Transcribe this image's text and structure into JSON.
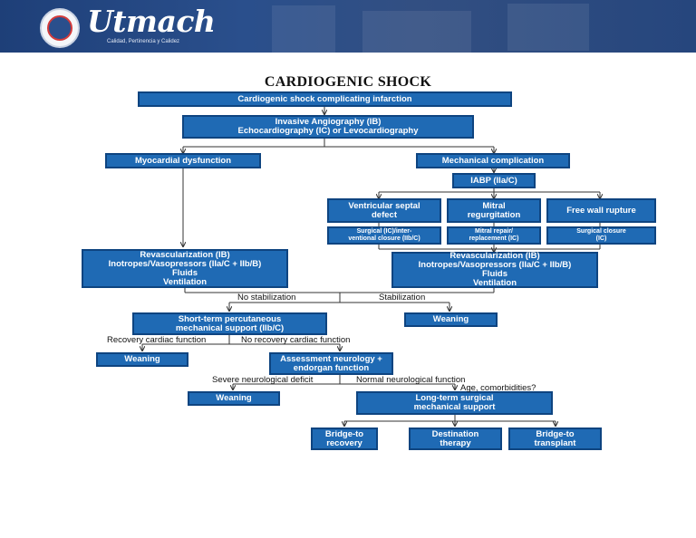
{
  "header": {
    "logo_name": "Utmach",
    "tagline": "Calidad, Pertinencia y Calidez"
  },
  "title": "CARDIOGENIC SHOCK",
  "flow": {
    "root": "Cardiogenic shock complicating infarction",
    "diagnosis": "Invasive Angiography (IB)\nEchocardiography (IC) or Levocardiography",
    "myocardial": "Myocardial dysfunction",
    "mechanical": "Mechanical complication",
    "iabp": "IABP (IIa/C)",
    "vsd": "Ventricular septal\ndefect",
    "mitral": "Mitral\nregurgitation",
    "fwr": "Free wall rupture",
    "vsd_tx": "Surgical (IC)/inter-\nventional closure (IIb/C)",
    "mitral_tx": "Mitral repair/\nreplacement (IC)",
    "fwr_tx": "Surgical closure\n(IC)",
    "revasc_left": "Revascularization (IB)\nInotropes/Vasopressors (IIa/C + IIb/B)\nFluids\nVentilation",
    "revasc_right": "Revascularization (IB)\nInotropes/Vasopressors (IIa/C + IIb/B)\nFluids\nVentilation",
    "no_stabilization": "No stabilization",
    "stabilization": "Stabilization",
    "short_term": "Short-term percutaneous\nmechanical support (IIb/C)",
    "weaning_1": "Weaning",
    "recovery": "Recovery cardiac function",
    "no_recovery": "No recovery cardiac function",
    "weaning_2": "Weaning",
    "assessment": "Assessment neurology +\nendorgan function",
    "severe": "Severe neurological deficit",
    "normal": "Normal neurological function",
    "age": "Age, comorbidities?",
    "weaning_3": "Weaning",
    "long_term": "Long-term surgical\nmechanical support",
    "btr": "Bridge-to\nrecovery",
    "dest": "Destination\ntherapy",
    "btt": "Bridge-to\ntransplant"
  },
  "colors": {
    "box_fill": "#1f6ab4",
    "box_border": "#0e4480",
    "header_bg": "#26467d"
  }
}
